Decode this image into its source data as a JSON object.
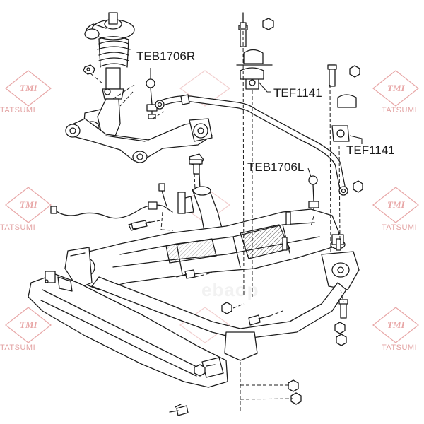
{
  "labels": {
    "teb1706r": "TEB1706R",
    "tef1141_upper": "TEF1141",
    "tef1141_lower": "TEF1141",
    "teb1706l": "TEB1706L"
  },
  "watermark": {
    "logo_text": "TMI",
    "company": "TATSUMI",
    "color": "#e8a7a7"
  },
  "background_brand": "ebaop",
  "colors": {
    "line": "#1c1c1c",
    "fill": "#ffffff",
    "shade": "#d9d9d9"
  }
}
